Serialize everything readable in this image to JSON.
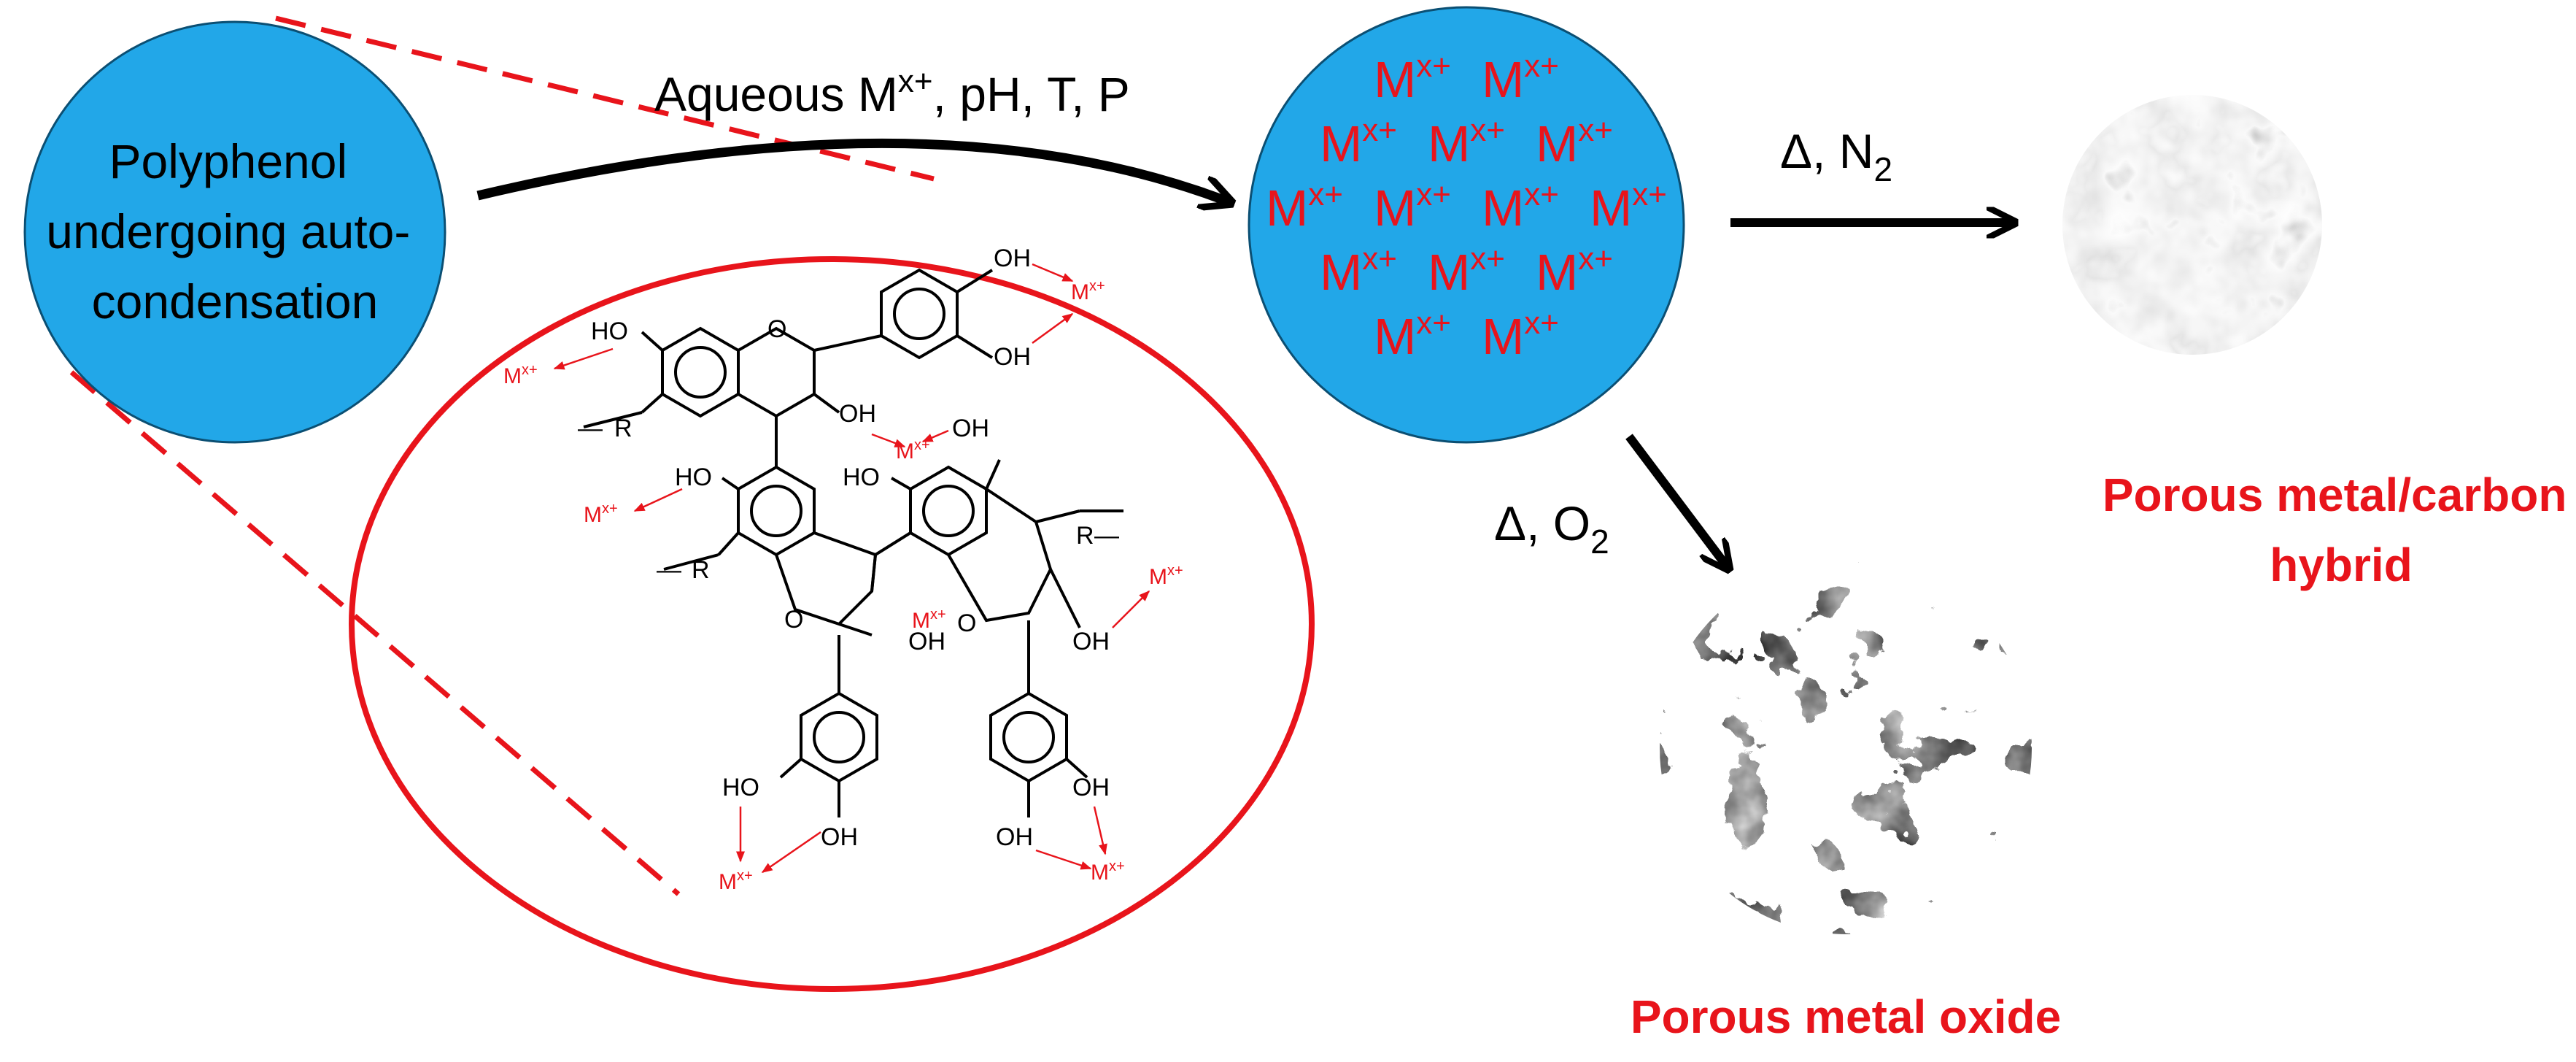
{
  "polyphenol": {
    "line1": "Polyphenol",
    "line2": "undergoing auto-",
    "line3": "condensation",
    "fill": "#22a7e8"
  },
  "reaction_condition": {
    "prefix": "Aqueous M",
    "superscript": "x+",
    "suffix": ", pH, T, P"
  },
  "metal_ion": {
    "base": "M",
    "superscript": "x+",
    "color": "#e8141b",
    "rows": [
      2,
      3,
      4,
      3,
      2
    ]
  },
  "nitrogen_condition": {
    "delta": "Δ",
    "text": ", N",
    "subscript": "2"
  },
  "oxygen_condition": {
    "delta": "Δ",
    "text": ", O",
    "subscript": "2"
  },
  "products": {
    "hybrid_line1": "Porous metal/carbon",
    "hybrid_line2": "hybrid",
    "oxide": "Porous metal oxide",
    "color": "#e8141b"
  },
  "structure": {
    "oh": "OH",
    "ho": "HO",
    "o": "O",
    "r": "R",
    "ion": "M",
    "ion_sup": "x+"
  }
}
